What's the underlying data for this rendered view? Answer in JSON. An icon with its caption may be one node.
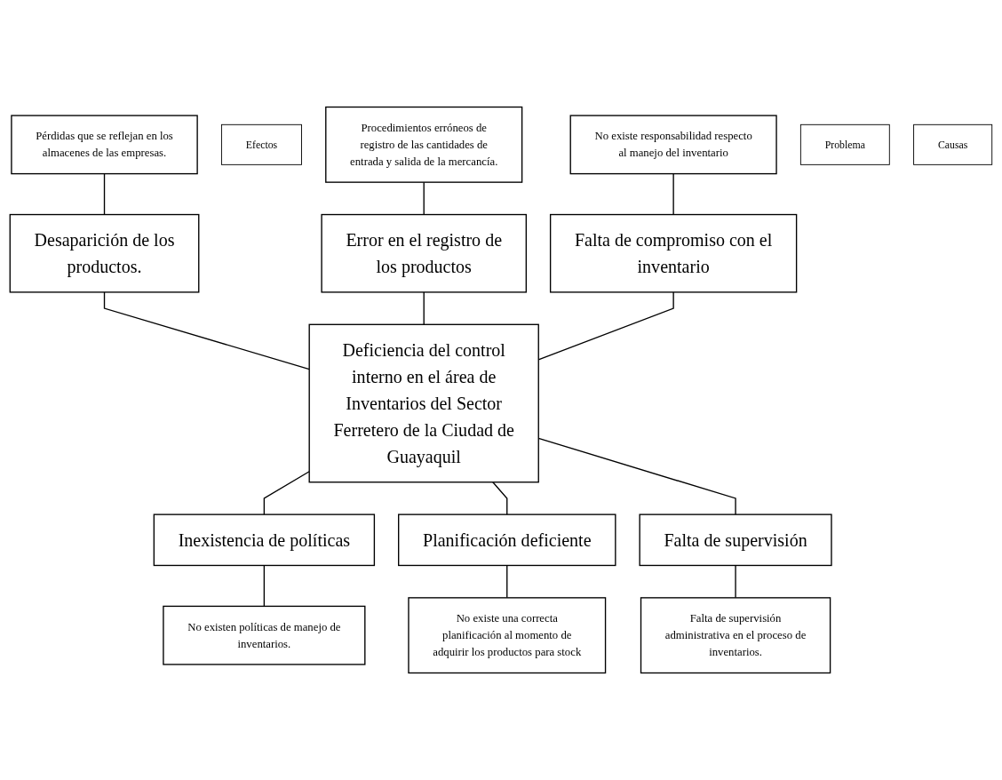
{
  "diagram": {
    "nodes": [
      {
        "text": [
          "Pérdidas que se reflejan en los almacenes de las empresas."
        ]
      },
      {
        "text": [
          "Efectos"
        ]
      },
      {
        "text": [
          "Procedimientos erróneos de registro de las cantidades de entrada y salida de la mercancía."
        ]
      },
      {
        "text": [
          "No existe responsabilidad respecto al manejo del inventario"
        ]
      },
      {
        "text": [
          "Desaparición de los productos."
        ]
      },
      {
        "text": [
          "Error en el registro de los productos"
        ]
      },
      {
        "text": [
          "Falta de compromiso con el inventario"
        ]
      },
      {
        "text": [
          "Problema"
        ]
      },
      {
        "text": [
          "Deficiencia del control interno en el área de Inventarios del Sector Ferretero de la Ciudad de Guayaquil"
        ]
      },
      {
        "text": [
          "Inexistencia de políticas"
        ]
      },
      {
        "text": [
          "Planificación deficiente"
        ]
      },
      {
        "text": [
          "Falta de supervisión"
        ]
      },
      {
        "text": [
          "No existen políticas de manejo de inventarios."
        ]
      },
      {
        "text": [
          "No existe una correcta planificación al momento de adquirir los productos para stock"
        ]
      },
      {
        "text": [
          "Falta de supervisión administrativa en el proceso de inventarios."
        ]
      },
      {
        "text": [
          "Causas"
        ]
      }
    ],
    "edges": [
      {
        "from": 0,
        "to": 4,
        "arrow": "none"
      },
      {
        "from": 2,
        "to": 5,
        "arrow": "none"
      },
      {
        "from": 3,
        "to": 6,
        "arrow": "none"
      },
      {
        "from": 4,
        "to": 8,
        "arrow": "none"
      },
      {
        "from": 5,
        "to": 8,
        "arrow": "none"
      },
      {
        "from": 6,
        "to": 8,
        "arrow": "none"
      },
      {
        "from": 8,
        "to": 9,
        "arrow": "none"
      },
      {
        "from": 8,
        "to": 10,
        "arrow": "none"
      },
      {
        "from": 8,
        "to": 11,
        "arrow": "none"
      },
      {
        "from": 9,
        "to": 12,
        "arrow": "none"
      },
      {
        "from": 10,
        "to": 13,
        "arrow": "none"
      },
      {
        "from": 11,
        "to": 14,
        "arrow": "none"
      }
    ]
  }
}
